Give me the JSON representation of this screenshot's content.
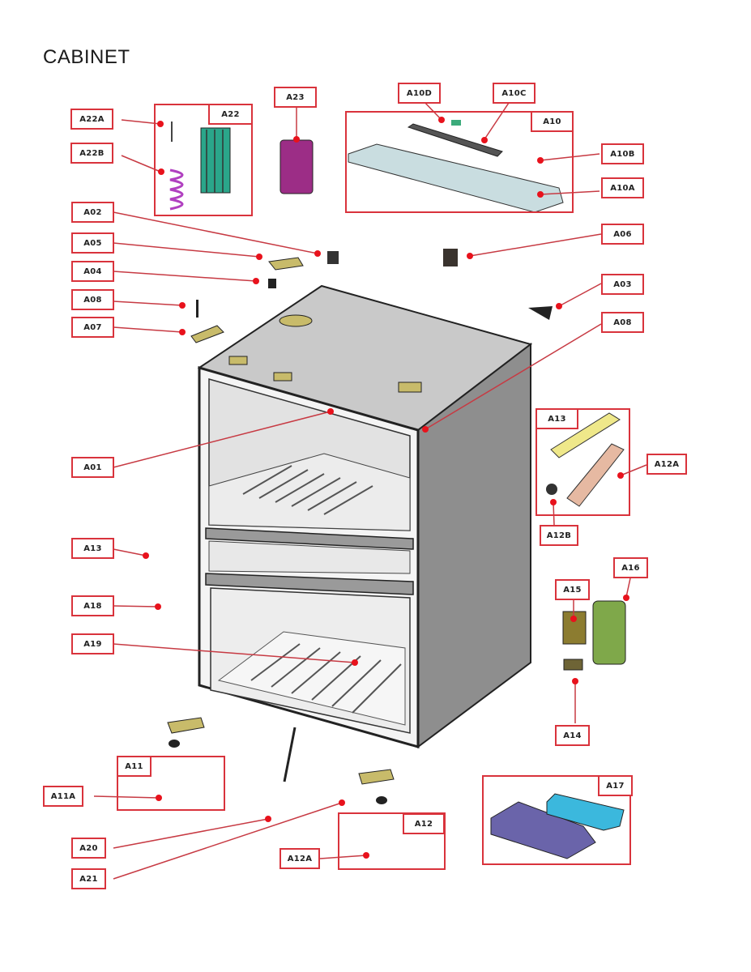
{
  "page": {
    "title": "CABINET"
  },
  "colors": {
    "callout": "#d9333c",
    "dot": "#e8121c"
  },
  "callouts": [
    {
      "id": "A22A",
      "label": "A22A"
    },
    {
      "id": "A22B",
      "label": "A22B"
    },
    {
      "id": "A22",
      "label": "A22"
    },
    {
      "id": "A23",
      "label": "A23"
    },
    {
      "id": "A10D",
      "label": "A10D"
    },
    {
      "id": "A10C",
      "label": "A10C"
    },
    {
      "id": "A10",
      "label": "A10"
    },
    {
      "id": "A10B",
      "label": "A10B"
    },
    {
      "id": "A10A",
      "label": "A10A"
    },
    {
      "id": "A02",
      "label": "A02"
    },
    {
      "id": "A05",
      "label": "A05"
    },
    {
      "id": "A04",
      "label": "A04"
    },
    {
      "id": "A08L",
      "label": "A08"
    },
    {
      "id": "A07",
      "label": "A07"
    },
    {
      "id": "A06",
      "label": "A06"
    },
    {
      "id": "A03",
      "label": "A03"
    },
    {
      "id": "A08R",
      "label": "A08"
    },
    {
      "id": "A01",
      "label": "A01"
    },
    {
      "id": "A13L",
      "label": "A13"
    },
    {
      "id": "A13R",
      "label": "A13"
    },
    {
      "id": "A12A",
      "label": "A12A"
    },
    {
      "id": "A12B",
      "label": "A12B"
    },
    {
      "id": "A18",
      "label": "A18"
    },
    {
      "id": "A19",
      "label": "A19"
    },
    {
      "id": "A15",
      "label": "A15"
    },
    {
      "id": "A16",
      "label": "A16"
    },
    {
      "id": "A14",
      "label": "A14"
    },
    {
      "id": "A11",
      "label": "A11"
    },
    {
      "id": "A11A",
      "label": "A11A"
    },
    {
      "id": "A17",
      "label": "A17"
    },
    {
      "id": "A12",
      "label": "A12"
    },
    {
      "id": "A12AB",
      "label": "A12A"
    },
    {
      "id": "A20",
      "label": "A20"
    },
    {
      "id": "A21",
      "label": "A21"
    }
  ]
}
